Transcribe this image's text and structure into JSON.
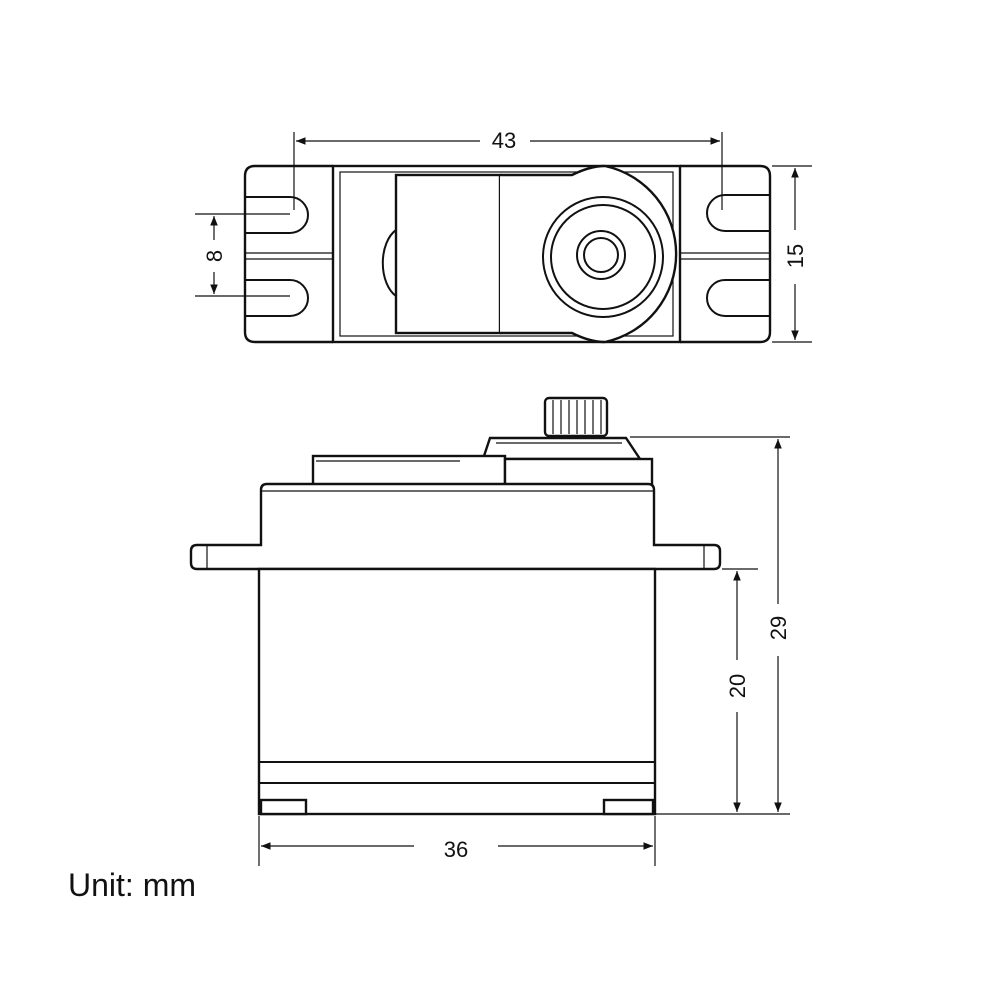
{
  "dimensions": {
    "mount_hole_spacing": "43",
    "ear_hole_pitch": "8",
    "case_width": "15",
    "total_height": "29",
    "body_height": "20",
    "case_length": "36"
  },
  "unit_label": "Unit: mm"
}
